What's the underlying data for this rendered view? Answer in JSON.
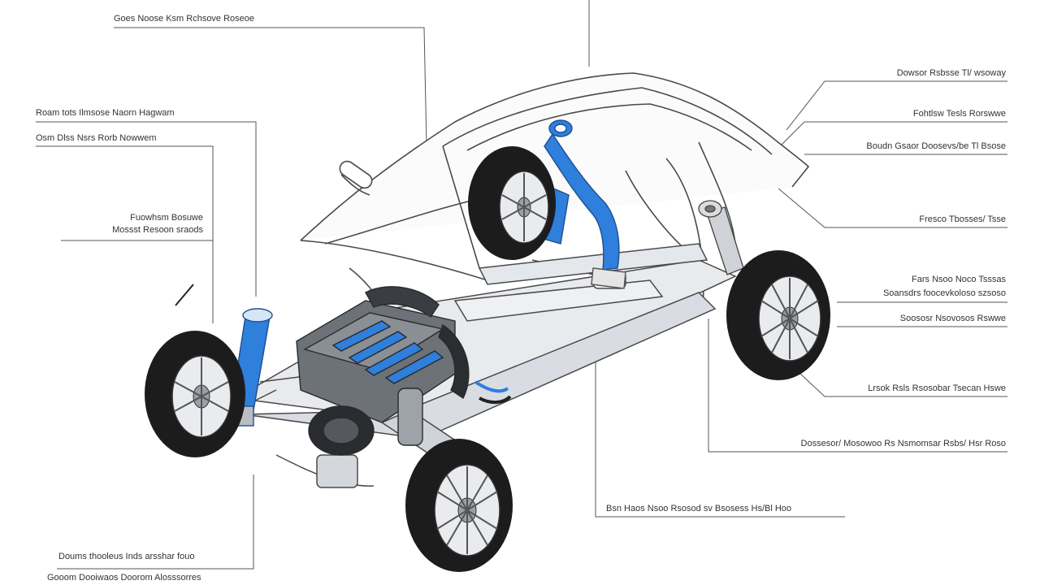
{
  "colors": {
    "accent_blue": "#2f7fdc",
    "line": "#555555",
    "body_stroke": "#4a4a4a",
    "tire": "#1c1c1c"
  },
  "labels": {
    "top_left": "Goes Noose Ksm Rchsove Roseoe",
    "left_1": "Roam tots Ilmsose Naorn Hagwam",
    "left_2": "Osm Dlss Nsrs Rorb Nowwem",
    "left_3a": "Fuowhsm Bosuwe",
    "left_3b": "Mossst Resoon sraods",
    "bottom_left_1": "Doums thooleus Inds arsshar fouo",
    "bottom_left_2": "Gooom Dooiwaos Doorom Alosssorres",
    "right_1": "Dowsor Rsbsse Tl/ wsoway",
    "right_2": "Fohtlsw Tesls Rorswwe",
    "right_3": "Boudn Gsaor Doosevs/be Tl Bsose",
    "right_4": "Fresco Tbosses/ Tsse",
    "right_5a": "Fars Nsoo Noco Tsssas",
    "right_5b": "Soansdrs foocevkoloso szsoso",
    "right_6": "Soososr Nsovosos Rswwe",
    "right_7": "Lrsok Rsls Rsosobar Tsecan Hswe",
    "right_8": "Dossesor/ Mosowoo Rs Nsmomsar Rsbs/ Hsr Roso",
    "bottom_center": "Bsn Haos Nsoo Rsosod sv Bsosess Hs/Bl Hoo"
  }
}
